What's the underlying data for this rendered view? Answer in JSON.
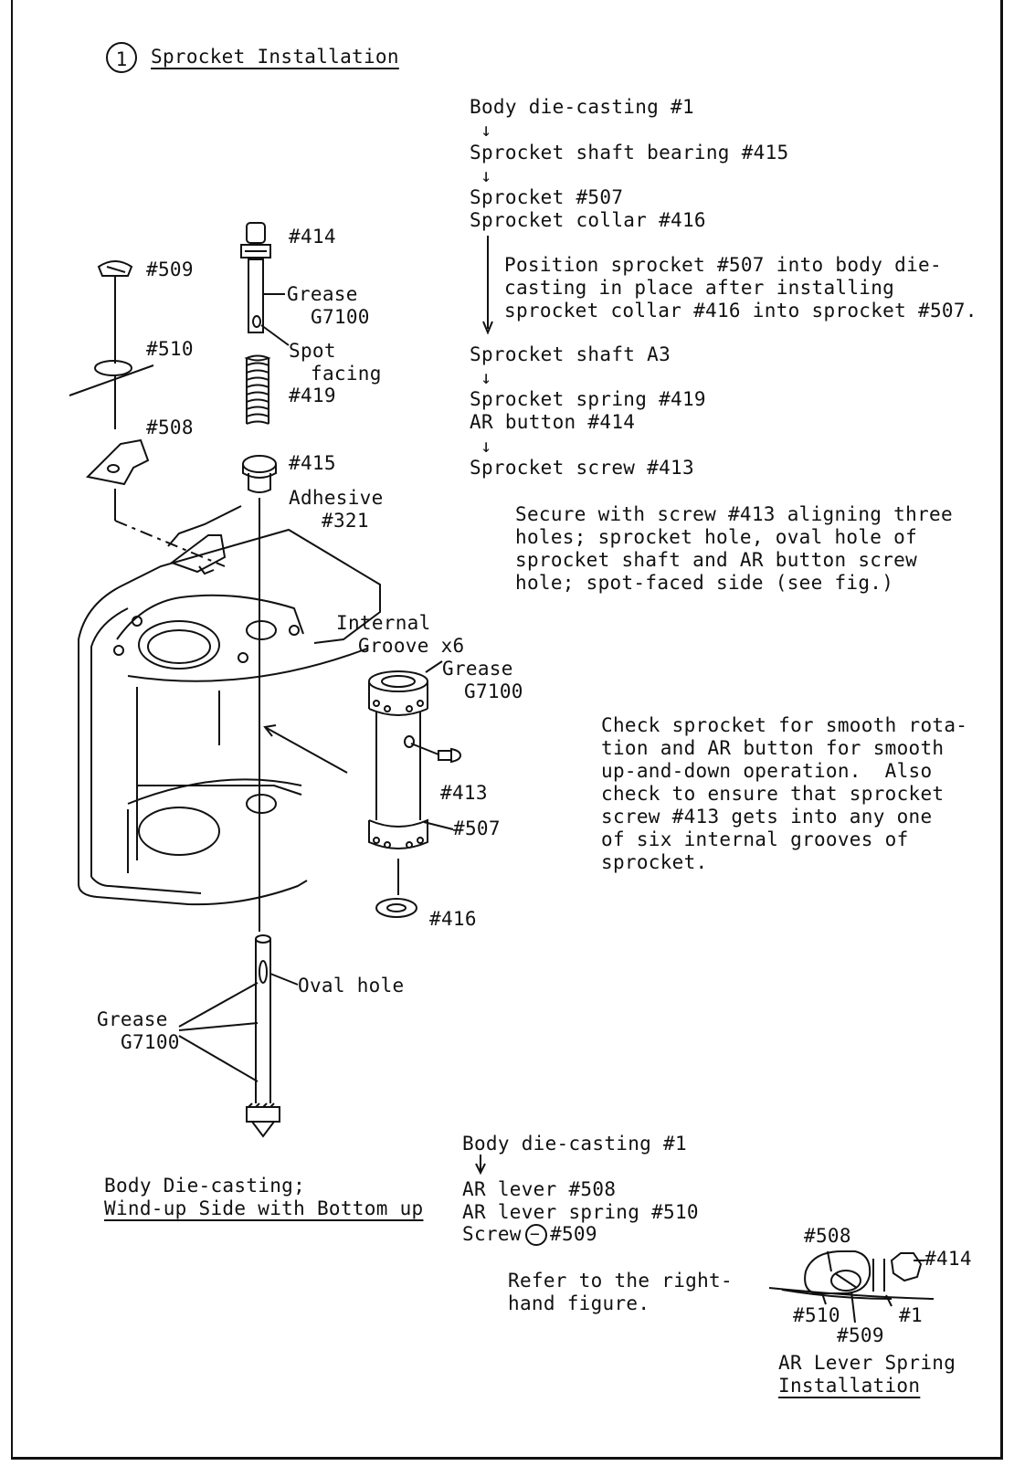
{
  "section": {
    "number": "1",
    "title": "Sprocket Installation"
  },
  "sequence1": {
    "step1": "Body die-casting #1",
    "step2": "Sprocket shaft bearing #415",
    "step3a": "Sprocket #507",
    "step3b": "Sprocket collar #416",
    "note1": [
      "Position sprocket #507 into body die-",
      "casting in place after installing",
      "sprocket collar #416 into sprocket #507."
    ],
    "step4": "Sprocket shaft A3",
    "step5a": "Sprocket spring #419",
    "step5b": "AR button #414",
    "step6": "Sprocket screw #413",
    "note2": [
      "Secure with screw #413 aligning three",
      "holes; sprocket hole, oval hole of",
      "sprocket shaft and AR button screw",
      "hole; spot-faced side (see fig.)"
    ]
  },
  "check_note": [
    "Check sprocket for smooth rota-",
    "tion and AR button for smooth",
    "up-and-down operation.  Also",
    "check to ensure that sprocket",
    "screw #413 gets into any one",
    "of six internal grooves of",
    "sprocket."
  ],
  "figure_labels": {
    "p414": "#414",
    "p509": "#509",
    "grease1a": "Grease",
    "grease1b": "G7100",
    "p510": "#510",
    "spot_a": "Spot",
    "spot_b": "facing",
    "p419": "#419",
    "p508": "#508",
    "p415": "#415",
    "adhesive_a": "Adhesive",
    "adhesive_b": "#321",
    "internal_a": "Internal",
    "internal_b": "Groove x6",
    "grease2a": "Grease",
    "grease2b": "G7100",
    "p413": "#413",
    "p507": "#507",
    "p416": "#416",
    "oval": "Oval hole",
    "grease3a": "Grease",
    "grease3b": "G7100"
  },
  "caption_main": {
    "line1": "Body Die-casting;",
    "line2": "Wind-up Side with Bottom up"
  },
  "sequence2": {
    "step1": "Body die-casting #1",
    "step2a": "AR lever #508",
    "step2b": "AR lever spring #510",
    "step2c_pre": "Screw",
    "step2c_post": "#509",
    "note": [
      "Refer to the right-",
      "hand figure."
    ]
  },
  "small_fig": {
    "p508": "#508",
    "p414": "#414",
    "p510": "#510",
    "p1": "#1",
    "p509": "#509",
    "caption1": "AR Lever Spring",
    "caption2": "Installation"
  },
  "arrow_glyph": "↓",
  "minus_glyph": "−"
}
